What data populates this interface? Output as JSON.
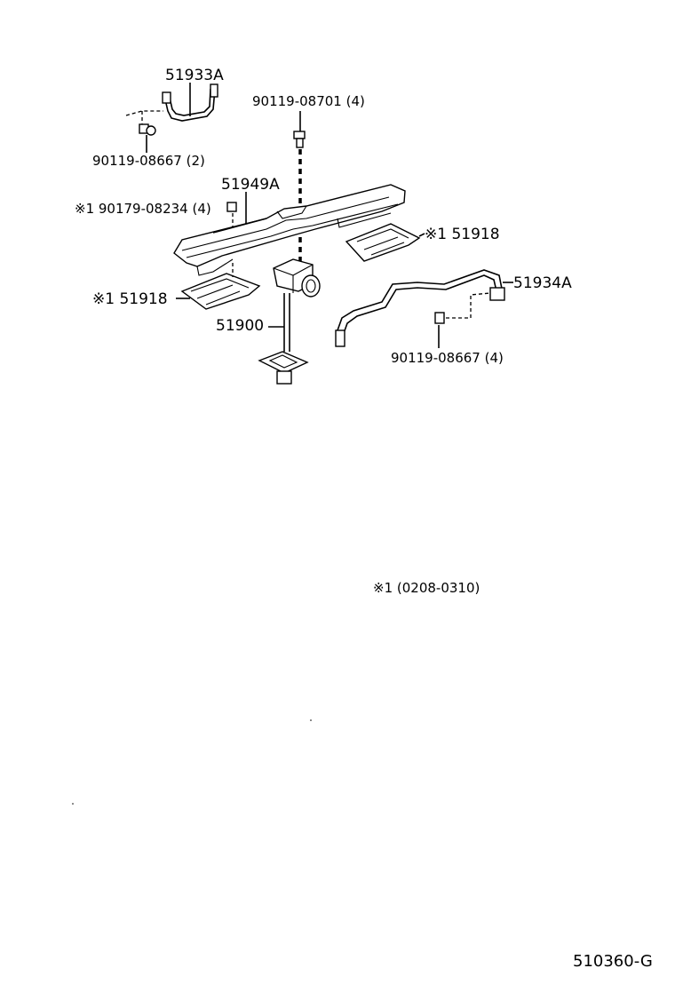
{
  "parts": {
    "cable_bracket_top": "51933A",
    "bolt_top_left": "90119-08667 (2)",
    "bolt_center": "90119-08701 (4)",
    "crossmember": "51949A",
    "nut_left": "※1  90179-08234 (4)",
    "plate_right": "※1 51918",
    "plate_left": "※1  51918",
    "cable_bracket_right": "51934A",
    "carrier": "51900",
    "bolt_right": "90119-08667 (4)"
  },
  "note": "※1  (0208-0310)",
  "figure_code": "510360-G"
}
